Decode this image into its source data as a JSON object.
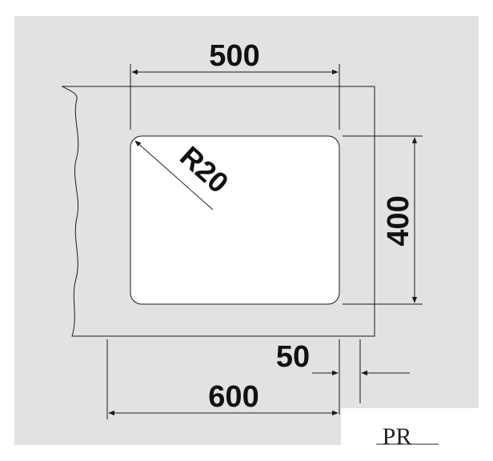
{
  "diagram": {
    "dimensions": {
      "width_top": "500",
      "height_right": "400",
      "radius": "R20",
      "offset": "50",
      "width_bottom": "600"
    },
    "logo": {
      "letters": "PR"
    },
    "colors": {
      "background": "#e2e2e2",
      "basin": "#ffffff",
      "line": "#1a1a1a"
    }
  }
}
